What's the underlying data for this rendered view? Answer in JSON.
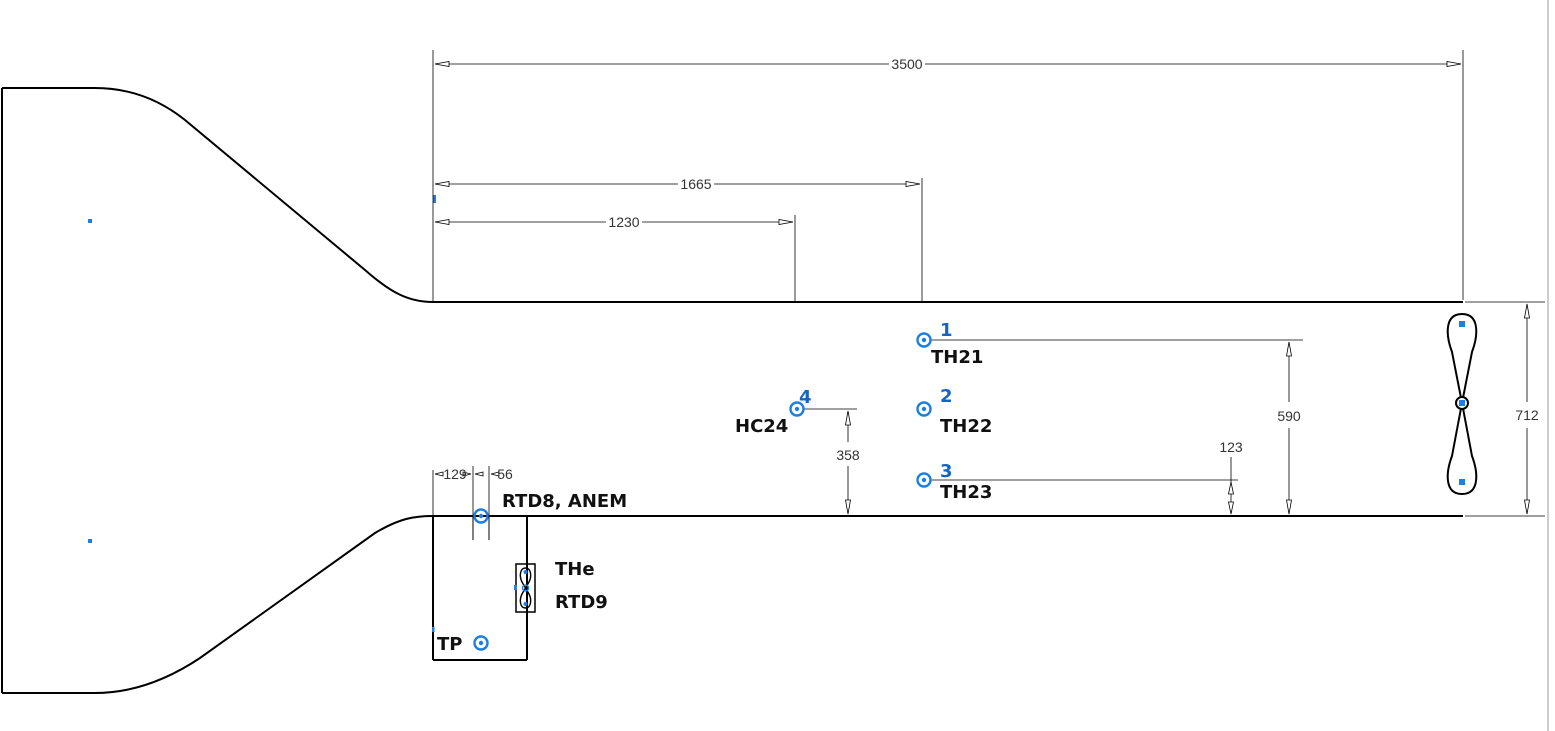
{
  "colors": {
    "outline": "#000000",
    "sensor_marker": "#1e7fe0",
    "sensor_number": "#1565c0",
    "label_text": "#111111",
    "dimension_text": "#333333"
  },
  "dimensions": {
    "overall_length": "3500",
    "to_sensor_column": "1665",
    "to_hc24": "1230",
    "inlet_offset": "129",
    "anem_width": "56",
    "duct_height": "712",
    "th21_height": "590",
    "hc24_height": "358",
    "th23_height": "123"
  },
  "sensors": {
    "s1": {
      "number": "1",
      "label": "TH21"
    },
    "s2": {
      "number": "2",
      "label": "TH22"
    },
    "s3": {
      "number": "3",
      "label": "TH23"
    },
    "s4": {
      "number": "4",
      "label": "HC24"
    },
    "rtd8": {
      "label": "RTD8, ANEM"
    },
    "the": {
      "label": "THe"
    },
    "rtd9": {
      "label": "RTD9"
    },
    "tp": {
      "label": "TP"
    }
  }
}
